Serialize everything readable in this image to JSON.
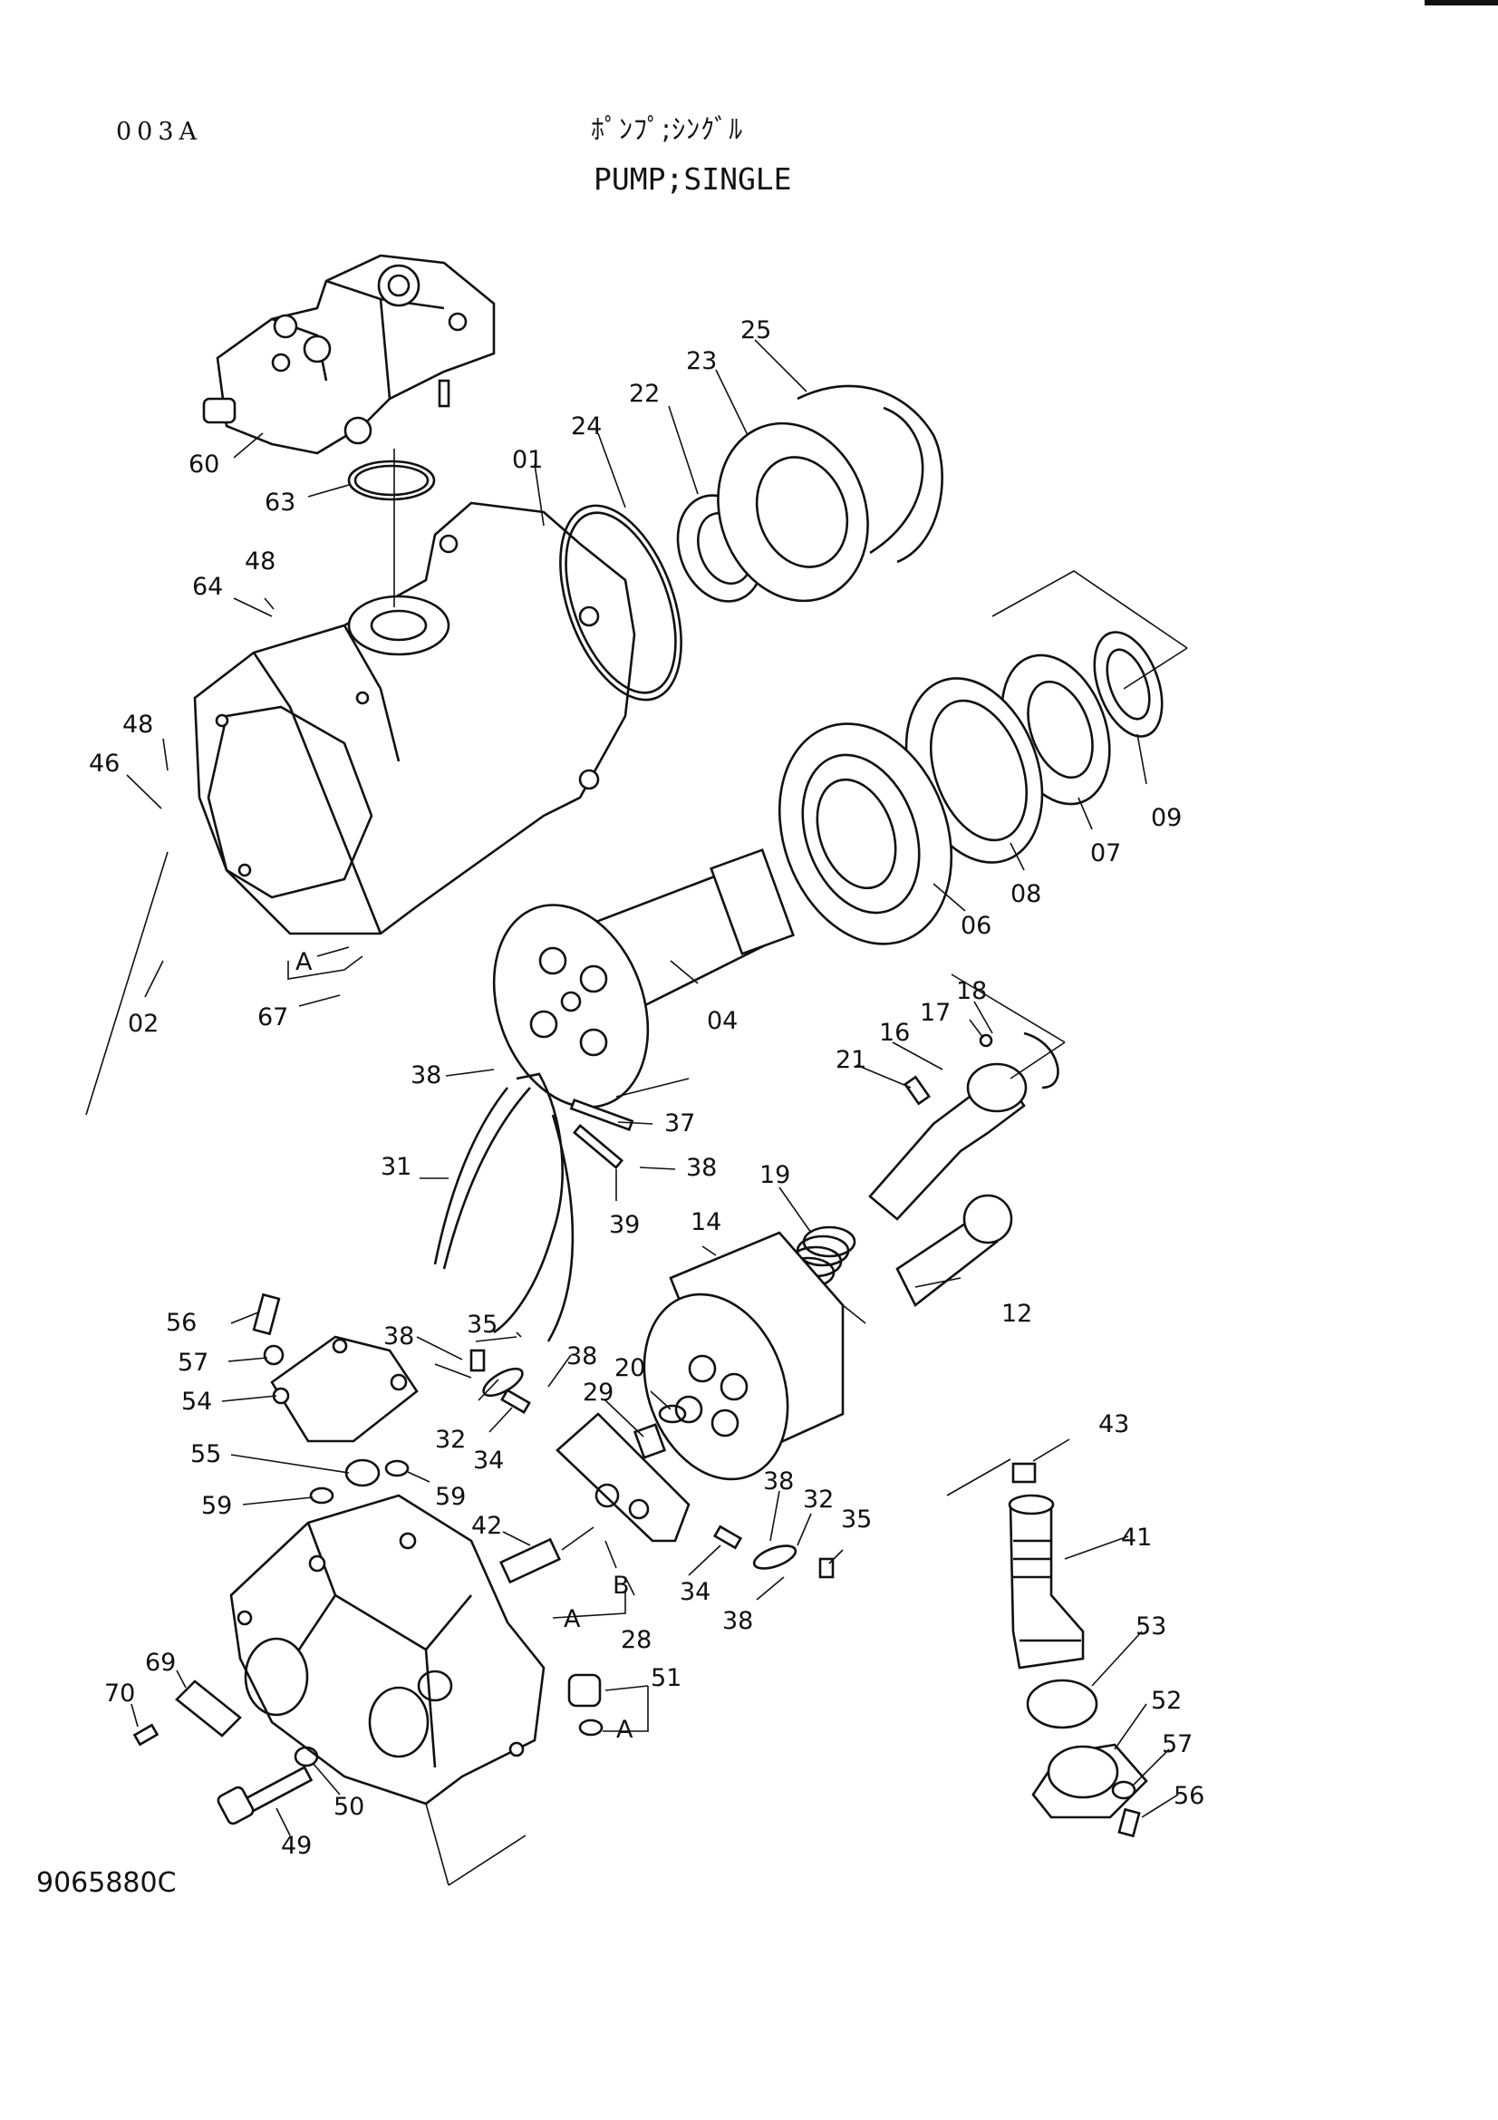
{
  "header": {
    "sheet_code": "003A",
    "title_jp": "ﾎﾟﾝﾌﾟ;ｼﾝｸﾞﾙ",
    "title_en": "PUMP;SINGLE"
  },
  "footer": {
    "drawing_number": "9065880C"
  },
  "callouts": {
    "c60": "60",
    "c63": "63",
    "c01": "01",
    "c24": "24",
    "c22": "22",
    "c23": "23",
    "c25": "25",
    "c64": "64",
    "c48a": "48",
    "c48b": "48",
    "c46": "46",
    "c02": "02",
    "cA1": "A",
    "c67": "67",
    "c09": "09",
    "c07": "07",
    "c08": "08",
    "c06": "06",
    "c04": "04",
    "c18": "18",
    "c17": "17",
    "c16": "16",
    "c21": "21",
    "c38a": "38",
    "c37": "37",
    "c38b": "38",
    "c31": "31",
    "c39": "39",
    "c19": "19",
    "c14": "14",
    "c12": "12",
    "c56a": "56",
    "c57a": "57",
    "c54": "54",
    "c35a": "35",
    "c38c": "38",
    "c38d": "38",
    "c20": "20",
    "c29": "29",
    "c32a": "32",
    "c34a": "34",
    "c55": "55",
    "c59a": "59",
    "c59b": "59",
    "c42": "42",
    "c38e": "38",
    "c32b": "32",
    "c35b": "35",
    "c34b": "34",
    "c38f": "38",
    "cB": "B",
    "cA2": "A",
    "c28": "28",
    "c43": "43",
    "c41": "41",
    "c53": "53",
    "c52": "52",
    "c57b": "57",
    "c56b": "56",
    "c69": "69",
    "c70": "70",
    "c51": "51",
    "cA3": "A",
    "c50": "50",
    "c49": "49"
  }
}
